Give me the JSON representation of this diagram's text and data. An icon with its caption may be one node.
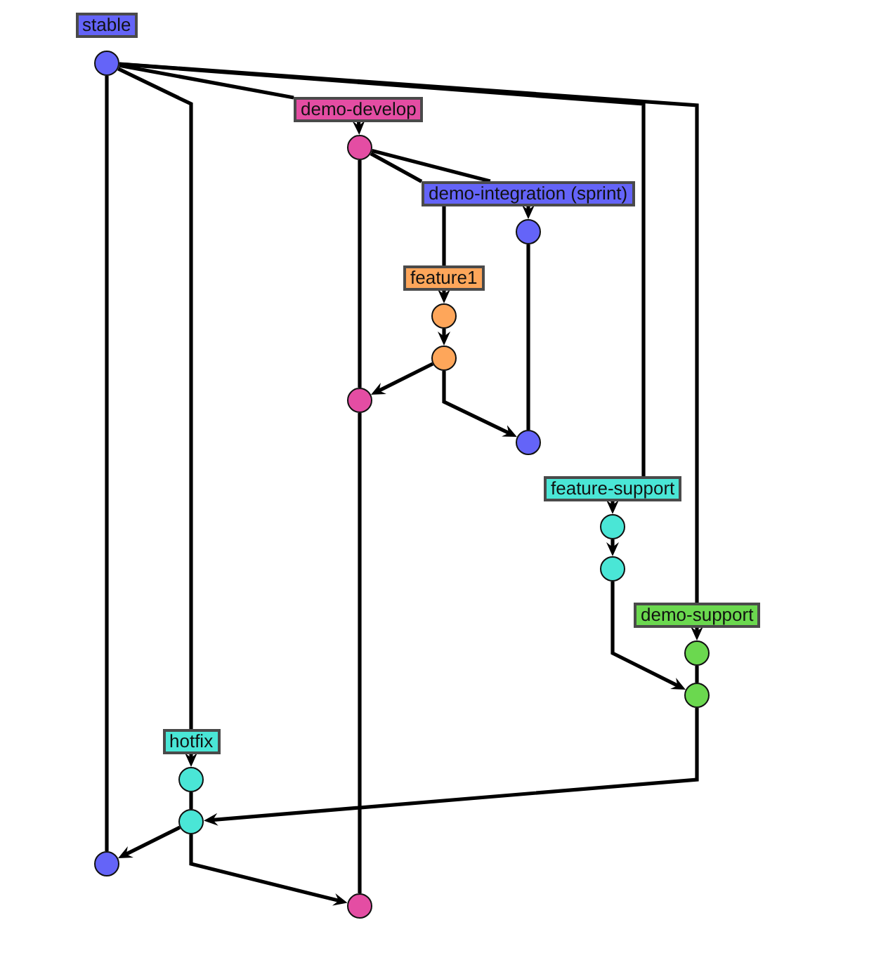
{
  "diagram": {
    "nodes": [
      {
        "text": [
          "stable"
        ]
      },
      {
        "text": [],
        "shape": "circle"
      },
      {
        "text": [
          "demo-develop"
        ]
      },
      {
        "text": [],
        "shape": "circle"
      },
      {
        "text": [
          "demo-integration (sprint)"
        ]
      },
      {
        "text": [],
        "shape": "circle"
      },
      {
        "text": [
          "feature1"
        ]
      },
      {
        "text": [],
        "shape": "circle"
      },
      {
        "text": [],
        "shape": "circle"
      },
      {
        "text": [],
        "shape": "circle"
      },
      {
        "text": [],
        "shape": "circle"
      },
      {
        "text": [
          "feature-support"
        ]
      },
      {
        "text": [],
        "shape": "circle"
      },
      {
        "text": [],
        "shape": "circle"
      },
      {
        "text": [
          "demo-support"
        ]
      },
      {
        "text": [],
        "shape": "circle"
      },
      {
        "text": [],
        "shape": "circle"
      },
      {
        "text": [
          "hotfix"
        ]
      },
      {
        "text": [],
        "shape": "circle"
      },
      {
        "text": [],
        "shape": "circle"
      },
      {
        "text": [],
        "shape": "circle"
      },
      {
        "text": [],
        "shape": "circle"
      }
    ],
    "edges": [
      {
        "from": 1,
        "to": 20,
        "arrow": "none"
      },
      {
        "from": 1,
        "to": 17,
        "arrow": "none"
      },
      {
        "from": 1,
        "to": 2,
        "arrow": "none"
      },
      {
        "from": 1,
        "to": 11,
        "arrow": "none"
      },
      {
        "from": 1,
        "to": 14,
        "arrow": "none"
      },
      {
        "from": 2,
        "to": 3,
        "arrow": "to"
      },
      {
        "from": 3,
        "to": 4,
        "arrow": "none"
      },
      {
        "from": 3,
        "to": 4,
        "arrow": "none"
      },
      {
        "from": 4,
        "to": 5,
        "arrow": "to"
      },
      {
        "from": 4,
        "to": 6,
        "arrow": "none"
      },
      {
        "from": 3,
        "to": 9,
        "arrow": "none"
      },
      {
        "from": 6,
        "to": 7,
        "arrow": "to"
      },
      {
        "from": 7,
        "to": 8,
        "arrow": "to"
      },
      {
        "from": 8,
        "to": 9,
        "arrow": "to"
      },
      {
        "from": 8,
        "to": 10,
        "arrow": "to"
      },
      {
        "from": 5,
        "to": 10,
        "arrow": "none"
      },
      {
        "from": 9,
        "to": 21,
        "arrow": "none"
      },
      {
        "from": 11,
        "to": 12,
        "arrow": "to"
      },
      {
        "from": 12,
        "to": 13,
        "arrow": "to"
      },
      {
        "from": 13,
        "to": 16,
        "arrow": "to"
      },
      {
        "from": 14,
        "to": 15,
        "arrow": "to"
      },
      {
        "from": 15,
        "to": 16,
        "arrow": "none"
      },
      {
        "from": 16,
        "to": 19,
        "arrow": "to"
      },
      {
        "from": 17,
        "to": 18,
        "arrow": "to"
      },
      {
        "from": 18,
        "to": 19,
        "arrow": "none"
      },
      {
        "from": 19,
        "to": 20,
        "arrow": "to"
      },
      {
        "from": 19,
        "to": 21,
        "arrow": "to"
      }
    ]
  }
}
